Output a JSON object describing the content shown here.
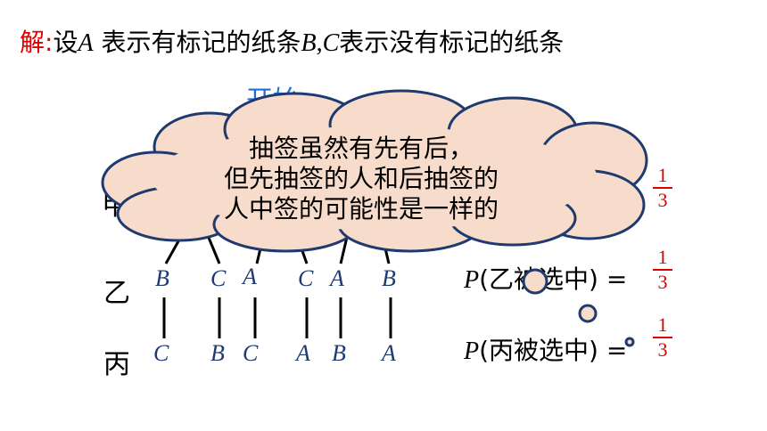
{
  "header": {
    "prefix": "解:",
    "text1": "设",
    "var_a": "A",
    "text2": " 表示有标记的纸条",
    "var_bc": "B,C",
    "text3": "表示没有标记的纸条"
  },
  "tree": {
    "root_label": "开始",
    "level_labels": [
      "甲",
      "乙",
      "丙"
    ],
    "row_yi": [
      "B",
      "C",
      "A",
      "C",
      "A",
      "B"
    ],
    "row_bing": [
      "C",
      "B",
      "C",
      "A",
      "B",
      "A"
    ]
  },
  "probabilities": [
    {
      "p": "P",
      "text": "(乙被选中) =",
      "num": "1",
      "den": "3"
    },
    {
      "p": "P",
      "text": "(丙被选中) =",
      "num": "1",
      "den": "3"
    }
  ],
  "top_fraction": {
    "num": "1",
    "den": "3"
  },
  "cloud": {
    "lines": [
      "抽签虽然有先有后，",
      "但先抽签的人和后抽签的",
      "人中签的可能性是一样的"
    ]
  },
  "colors": {
    "header_red": "#e00000",
    "root_blue": "#1f6fd6",
    "cloud_fill": "#f7dccb",
    "cloud_stroke": "#1f3a6e",
    "fraction_red": "#e00000"
  }
}
